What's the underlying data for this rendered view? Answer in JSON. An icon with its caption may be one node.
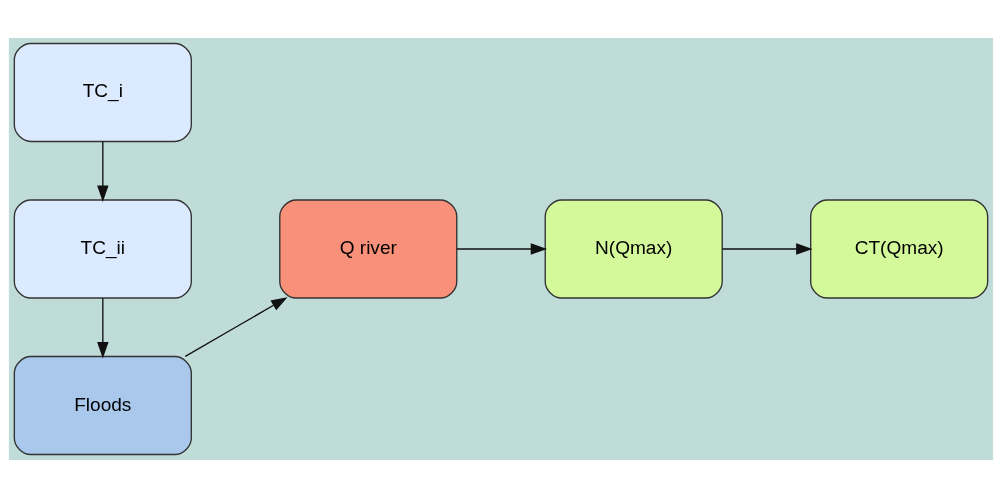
{
  "diagram": {
    "nodes": [
      {
        "text": [
          "TC_i"
        ]
      },
      {
        "text": [
          "TC_ii"
        ]
      },
      {
        "text": [
          "Floods"
        ]
      },
      {
        "text": [
          "Q river"
        ]
      },
      {
        "text": [
          "N(Qmax)"
        ]
      },
      {
        "text": [
          "CT(Qmax)"
        ]
      }
    ],
    "edges": [
      {
        "from": 0,
        "to": 1,
        "arrow": "to"
      },
      {
        "from": 1,
        "to": 2,
        "arrow": "to"
      },
      {
        "from": 2,
        "to": 3,
        "arrow": "to"
      },
      {
        "from": 3,
        "to": 4,
        "arrow": "to"
      },
      {
        "from": 4,
        "to": 5,
        "arrow": "to"
      }
    ]
  }
}
